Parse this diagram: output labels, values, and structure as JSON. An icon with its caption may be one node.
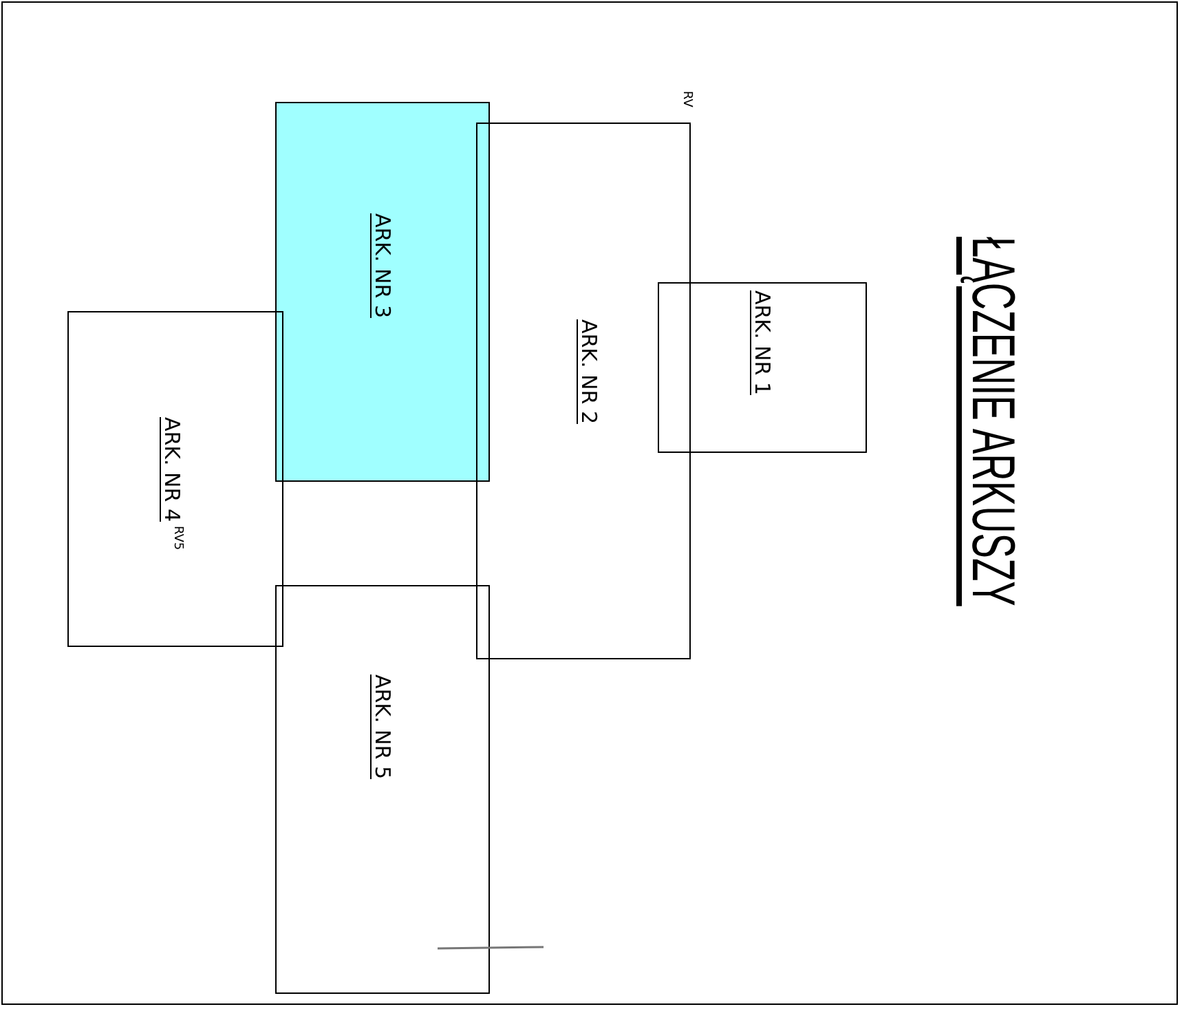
{
  "diagram": {
    "title": "ŁĄCZENIE ARKUSZY",
    "nodes": [
      {
        "text": [
          "ARK. NR 1"
        ]
      },
      {
        "text": [
          "ARK. NR 2"
        ]
      },
      {
        "text": [
          "ARK. NR 3"
        ]
      },
      {
        "text": [
          "ARK. NR 4"
        ]
      },
      {
        "text": [
          "ARK. NR 5"
        ]
      }
    ],
    "edges": [],
    "labels": [
      "RV",
      "RV5"
    ]
  }
}
